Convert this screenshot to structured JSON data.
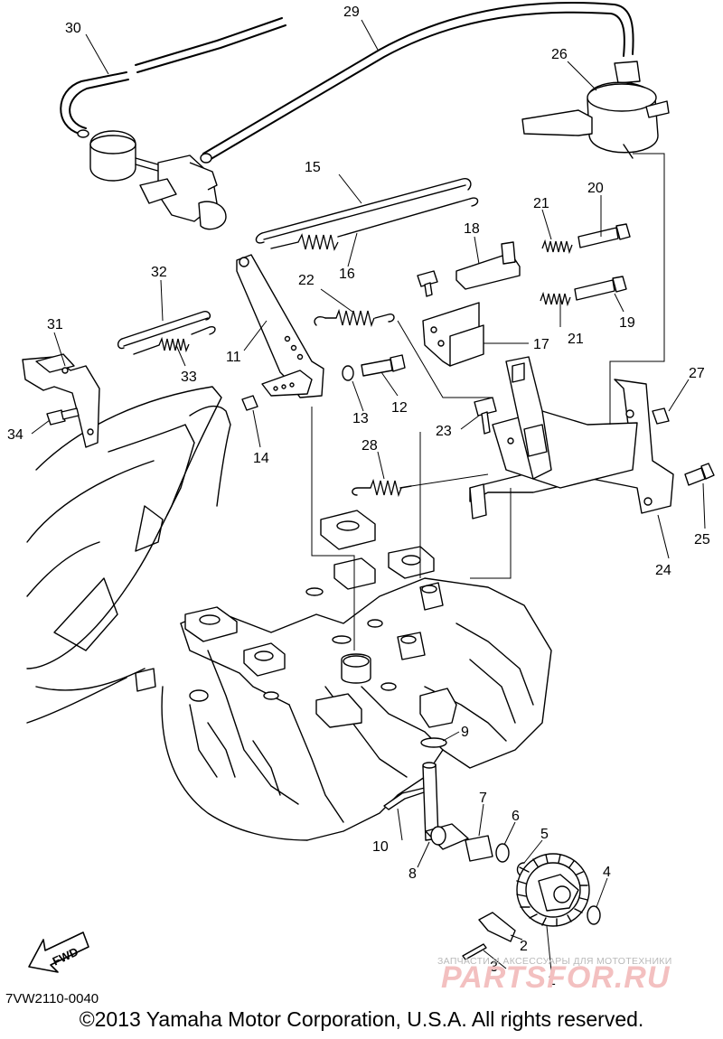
{
  "diagram": {
    "callouts": [
      "1",
      "2",
      "3",
      "4",
      "5",
      "6",
      "7",
      "8",
      "9",
      "10",
      "11",
      "12",
      "13",
      "14",
      "15",
      "16",
      "17",
      "18",
      "19",
      "20",
      "21",
      "21",
      "22",
      "23",
      "24",
      "25",
      "26",
      "27",
      "28",
      "29",
      "30",
      "31",
      "32",
      "33",
      "34"
    ],
    "fwd_label": "FWD"
  },
  "footer": {
    "doc_code": "7VW2110-0040",
    "copyright": "©2013 Yamaha Motor Corporation, U.S.A. All rights reserved."
  },
  "watermark": {
    "subtitle": "ЗАПЧАСТИ И АКСЕССУАРЫ ДЛЯ МОТОТЕХНИКИ",
    "logo": "PARTSFOR.RU"
  }
}
